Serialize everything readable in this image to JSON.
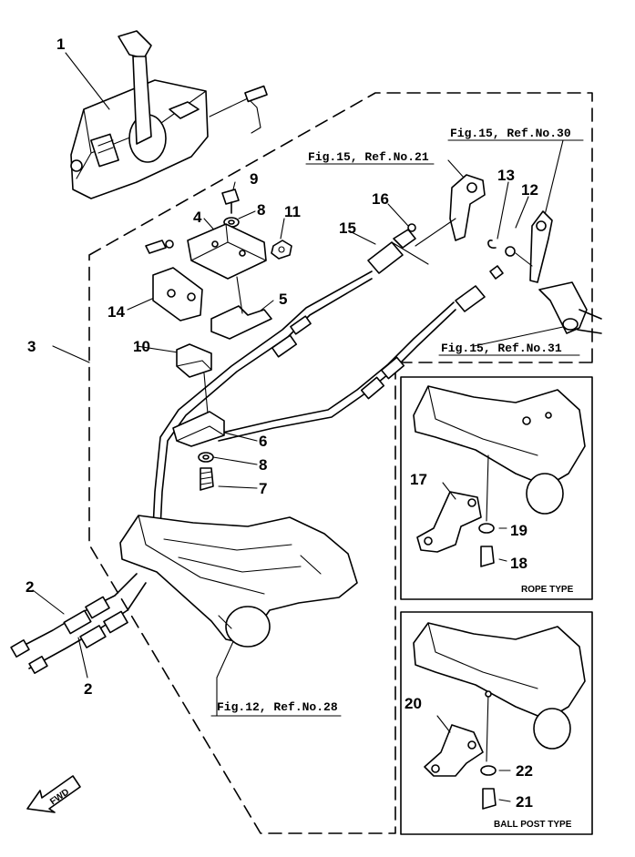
{
  "part_numbers": {
    "n1": "1",
    "n2a": "2",
    "n2b": "2",
    "n3": "3",
    "n4": "4",
    "n5": "5",
    "n6": "6",
    "n7": "7",
    "n8a": "8",
    "n8b": "8",
    "n9": "9",
    "n10": "10",
    "n11": "11",
    "n12": "12",
    "n13": "13",
    "n14": "14",
    "n15": "15",
    "n16": "16",
    "n17": "17",
    "n18": "18",
    "n19": "19",
    "n20": "20",
    "n21": "21",
    "n22": "22"
  },
  "references": {
    "fig15_ref21": "Fig.15, Ref.No.21",
    "fig15_ref30": "Fig.15, Ref.No.30",
    "fig15_ref31": "Fig.15, Ref.No.31",
    "fig12_ref28": "Fig.12, Ref.No.28"
  },
  "insets": {
    "rope_type": "ROPE TYPE",
    "ball_post_type": "BALL POST TYPE"
  },
  "direction": {
    "fwd": "FWD"
  }
}
